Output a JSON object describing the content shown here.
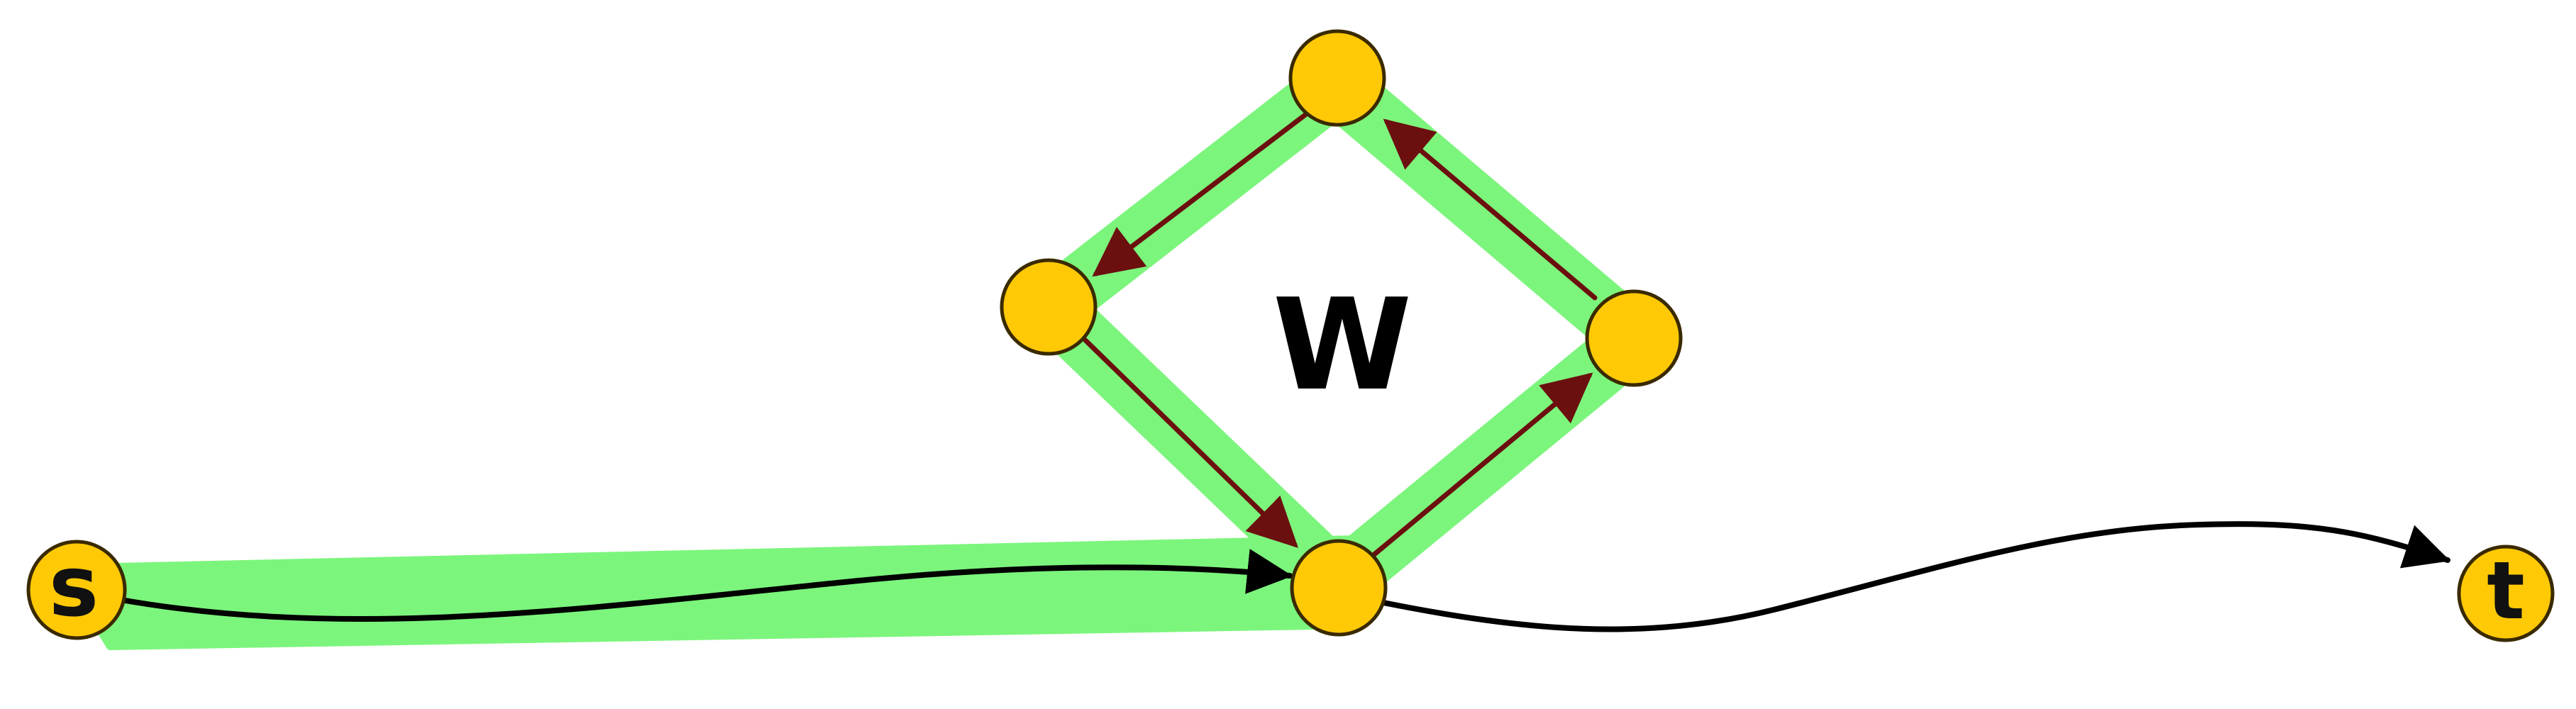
{
  "diagram": {
    "cycle_label": "W",
    "nodes": [
      {
        "id": "s",
        "label": "s"
      },
      {
        "id": "v",
        "label": ""
      },
      {
        "id": "top",
        "label": ""
      },
      {
        "id": "left",
        "label": ""
      },
      {
        "id": "right",
        "label": ""
      },
      {
        "id": "t",
        "label": "t"
      }
    ],
    "edges": [
      {
        "from": "s",
        "to": "v",
        "style": "black-path",
        "highlighted": true
      },
      {
        "from": "v",
        "to": "t",
        "style": "black-path",
        "highlighted": false
      },
      {
        "from": "v",
        "to": "right",
        "style": "dark-red-arrow",
        "highlighted": true
      },
      {
        "from": "right",
        "to": "top",
        "style": "dark-red-arrow",
        "highlighted": true
      },
      {
        "from": "top",
        "to": "left",
        "style": "dark-red-arrow",
        "highlighted": true
      },
      {
        "from": "left",
        "to": "v",
        "style": "dark-red-arrow",
        "highlighted": true
      }
    ],
    "colors": {
      "node_fill": "#FFC905",
      "node_stroke": "#3a2a00",
      "highlight": "#7CF57C",
      "cycle_arrow": "#6B0F0F",
      "path_arrow": "#000000"
    }
  }
}
